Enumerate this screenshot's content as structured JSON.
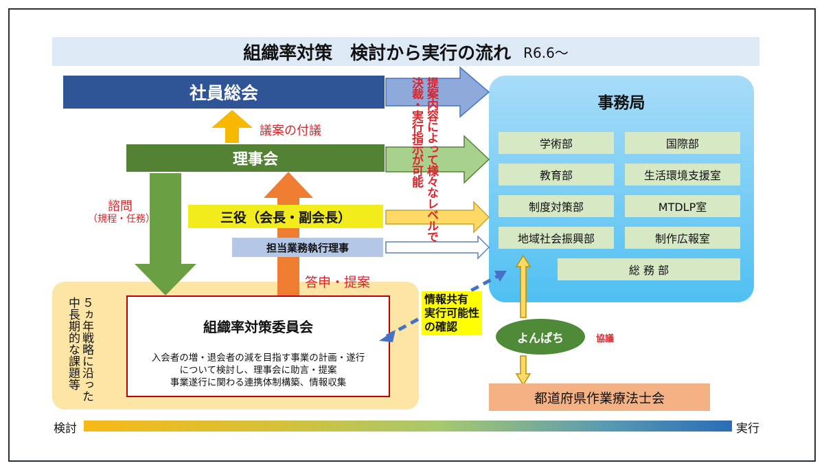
{
  "title": {
    "main": "組織率対策　検討から実行の流れ",
    "date": "R6.6～"
  },
  "left": {
    "general_meeting": "社員総会",
    "agenda_label": "議案の付議",
    "board": "理事会",
    "inquiry_label": "諮問",
    "inquiry_sub": "（規程・任務）",
    "three_officers": "三役（会長・副会長）",
    "executive_directors": "担当業務執行理事",
    "report_label": "答申・提案"
  },
  "middle": {
    "col1": "提案内容によって様々なレベルで",
    "col2": "決裁・実行指示が可能"
  },
  "office": {
    "title": "事務局",
    "departments": [
      "学術部",
      "国際部",
      "教育部",
      "生活環境支援室",
      "制度対策部",
      "MTDLP室",
      "地域社会振興部",
      "制作広報室",
      "総 務 部"
    ]
  },
  "committee": {
    "side_note": "５ヵ年戦略に沿った中長期的な課題等",
    "title": "組織率対策委員会",
    "lines": [
      "入会者の増・退会者の減を目指す事業の計画・遂行",
      "について検討し、理事会に助言・提案",
      "事業遂行に関わる連携体制構築、情報収集"
    ]
  },
  "info_share": {
    "lines": [
      "情報共有",
      "実行可能性",
      "の確認"
    ]
  },
  "yonpachi": {
    "label": "よんぱち",
    "consult": "協議"
  },
  "prefectural": "都道府県作業療法士会",
  "scale": {
    "left": "検討",
    "right": "実行"
  }
}
